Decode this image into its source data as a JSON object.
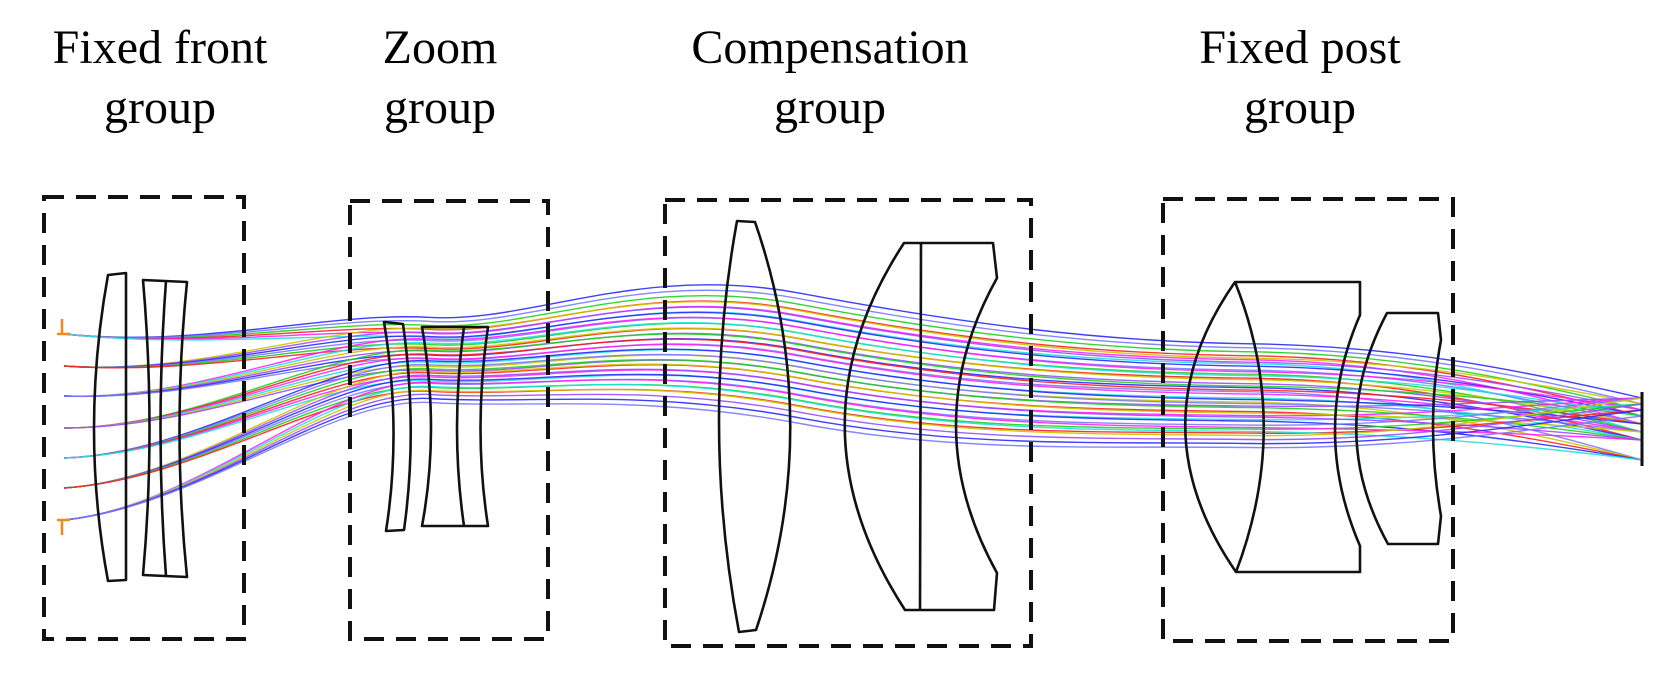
{
  "groups": [
    {
      "id": "front",
      "line1": "Fixed front",
      "line2": "group"
    },
    {
      "id": "zoom",
      "line1": "Zoom",
      "line2": "group"
    },
    {
      "id": "comp",
      "line1": "Compensation",
      "line2": "group"
    },
    {
      "id": "post",
      "line1": "Fixed post",
      "line2": "group"
    }
  ],
  "colors": {
    "ray_palette": [
      "#2a2aff",
      "#7a7aff",
      "#20d020",
      "#ff2020",
      "#ff20ff",
      "#20e0e0",
      "#c8c800",
      "#9b4cff"
    ],
    "marker": "#f08a1c",
    "box": "#111111"
  }
}
